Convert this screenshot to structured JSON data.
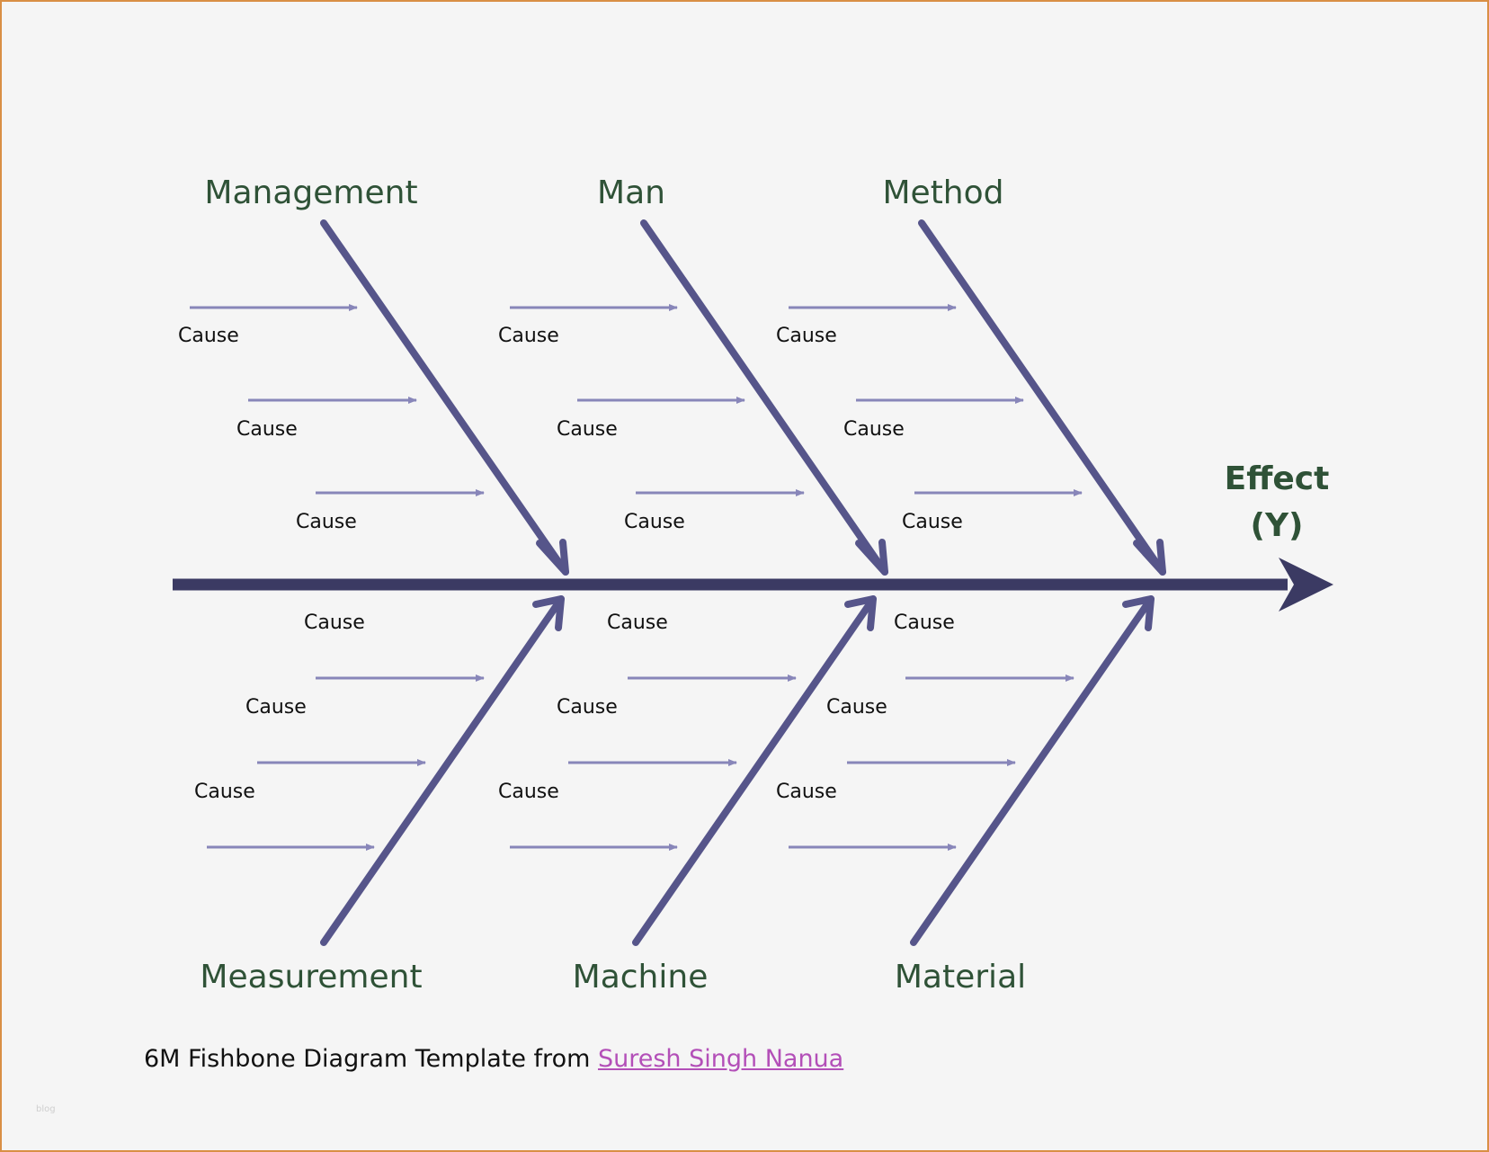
{
  "diagram": {
    "effect": {
      "line1": "Effect",
      "line2": "(Y)"
    },
    "categories": {
      "management": "Management",
      "man": "Man",
      "method": "Method",
      "measurement": "Measurement",
      "machine": "Machine",
      "material": "Material"
    },
    "cause_label": "Cause",
    "colors": {
      "spine": "#3b3a63",
      "bone": "#56558a",
      "sub_arrow": "#8886b9",
      "category_text": "#2f5237",
      "link": "#b34fb8",
      "border": "#d98f45"
    }
  },
  "footer": {
    "text": "6M Fishbone Diagram Template from",
    "link_text": "Suresh Singh Nanua"
  },
  "watermark": "blog"
}
